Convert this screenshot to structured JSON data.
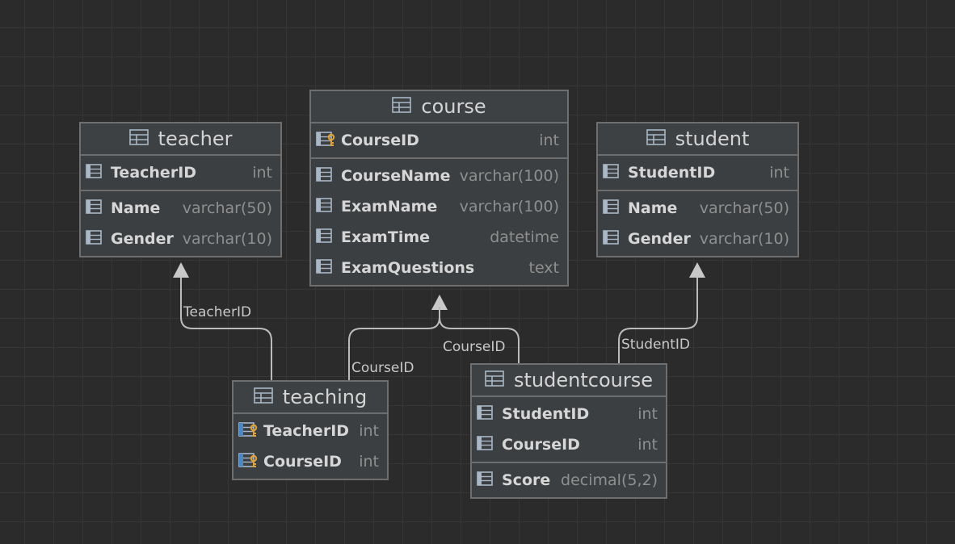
{
  "colors": {
    "background": "#2b2b2b",
    "table_fill": "#3c3f41",
    "table_border": "#6e6e6e",
    "wire": "#bbbbbb",
    "key": "#e3a431"
  },
  "tables": {
    "teacher": {
      "name": "teacher",
      "sections": [
        [
          {
            "name": "TeacherID",
            "type": "int",
            "icon": "column-icon"
          }
        ],
        [
          {
            "name": "Name",
            "type": "varchar(50)",
            "icon": "column-icon"
          },
          {
            "name": "Gender",
            "type": "varchar(10)",
            "icon": "column-icon"
          }
        ]
      ]
    },
    "course": {
      "name": "course",
      "sections": [
        [
          {
            "name": "CourseID",
            "type": "int",
            "icon": "primary-key-column-icon"
          }
        ],
        [
          {
            "name": "CourseName",
            "type": "varchar(100)",
            "icon": "column-icon"
          },
          {
            "name": "ExamName",
            "type": "varchar(100)",
            "icon": "column-icon"
          },
          {
            "name": "ExamTime",
            "type": "datetime",
            "icon": "column-icon"
          },
          {
            "name": "ExamQuestions",
            "type": "text",
            "icon": "column-icon"
          }
        ]
      ]
    },
    "student": {
      "name": "student",
      "sections": [
        [
          {
            "name": "StudentID",
            "type": "int",
            "icon": "column-icon"
          }
        ],
        [
          {
            "name": "Name",
            "type": "varchar(50)",
            "icon": "column-icon"
          },
          {
            "name": "Gender",
            "type": "varchar(10)",
            "icon": "column-icon"
          }
        ]
      ]
    },
    "teaching": {
      "name": "teaching",
      "sections": [
        [
          {
            "name": "TeacherID",
            "type": "int",
            "icon": "foreign-key-column-icon"
          },
          {
            "name": "CourseID",
            "type": "int",
            "icon": "foreign-key-column-icon"
          }
        ]
      ]
    },
    "studentcourse": {
      "name": "studentcourse",
      "sections": [
        [
          {
            "name": "StudentID",
            "type": "int",
            "icon": "column-icon"
          },
          {
            "name": "CourseID",
            "type": "int",
            "icon": "column-icon"
          }
        ],
        [
          {
            "name": "Score",
            "type": "decimal(5,2)",
            "icon": "column-icon"
          }
        ]
      ]
    }
  },
  "relations": [
    {
      "from": "teaching",
      "to": "teacher",
      "label": "TeacherID"
    },
    {
      "from": "teaching",
      "to": "course",
      "label": "CourseID"
    },
    {
      "from": "studentcourse",
      "to": "course",
      "label": "CourseID"
    },
    {
      "from": "studentcourse",
      "to": "student",
      "label": "StudentID"
    }
  ]
}
